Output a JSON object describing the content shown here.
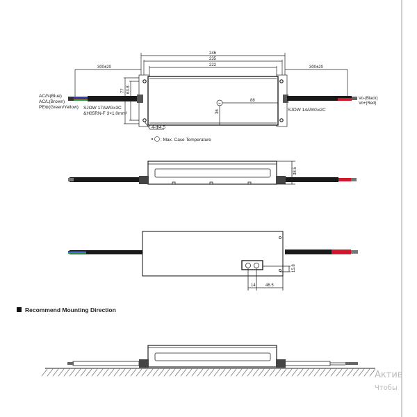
{
  "top_view": {
    "dims": {
      "overall_length": "246",
      "hole_pitch": "235",
      "body_length": "222",
      "cable_left": "300±20",
      "cable_right": "300±20",
      "width": "77",
      "hole_width": "63.8",
      "tc_x": "88",
      "tc_y": "36",
      "holes": "4-Φ4.5"
    },
    "input_wires": [
      "AC/N(Blue)",
      "AC/L(Brown)",
      "PE⊕(Green/Yellow)"
    ],
    "input_cable": [
      "SJOW 17AWGx3C",
      "&H05RN-F 3×1.0mm²"
    ],
    "output_cable": "SJOW 14AWGx2C",
    "output_wires": [
      "Vo-(Black)",
      "Vo+(Red)"
    ],
    "tc_symbol": "tc",
    "legend": ": Max. Case Temperature"
  },
  "side_view": {
    "height": "38.5"
  },
  "bottom_view": {
    "dims": {
      "vertical": "15.8",
      "a": "14",
      "b": "46.5"
    }
  },
  "mounting": {
    "heading": "Recommend Mounting Direction"
  },
  "watermark": [
    "Актив",
    "Чтобы"
  ],
  "colors": {
    "blue": "#2a3fb0",
    "brown": "#6b3a1a",
    "green": "#2aa84a",
    "red": "#d0192b",
    "cable": "#1a1a1a"
  }
}
